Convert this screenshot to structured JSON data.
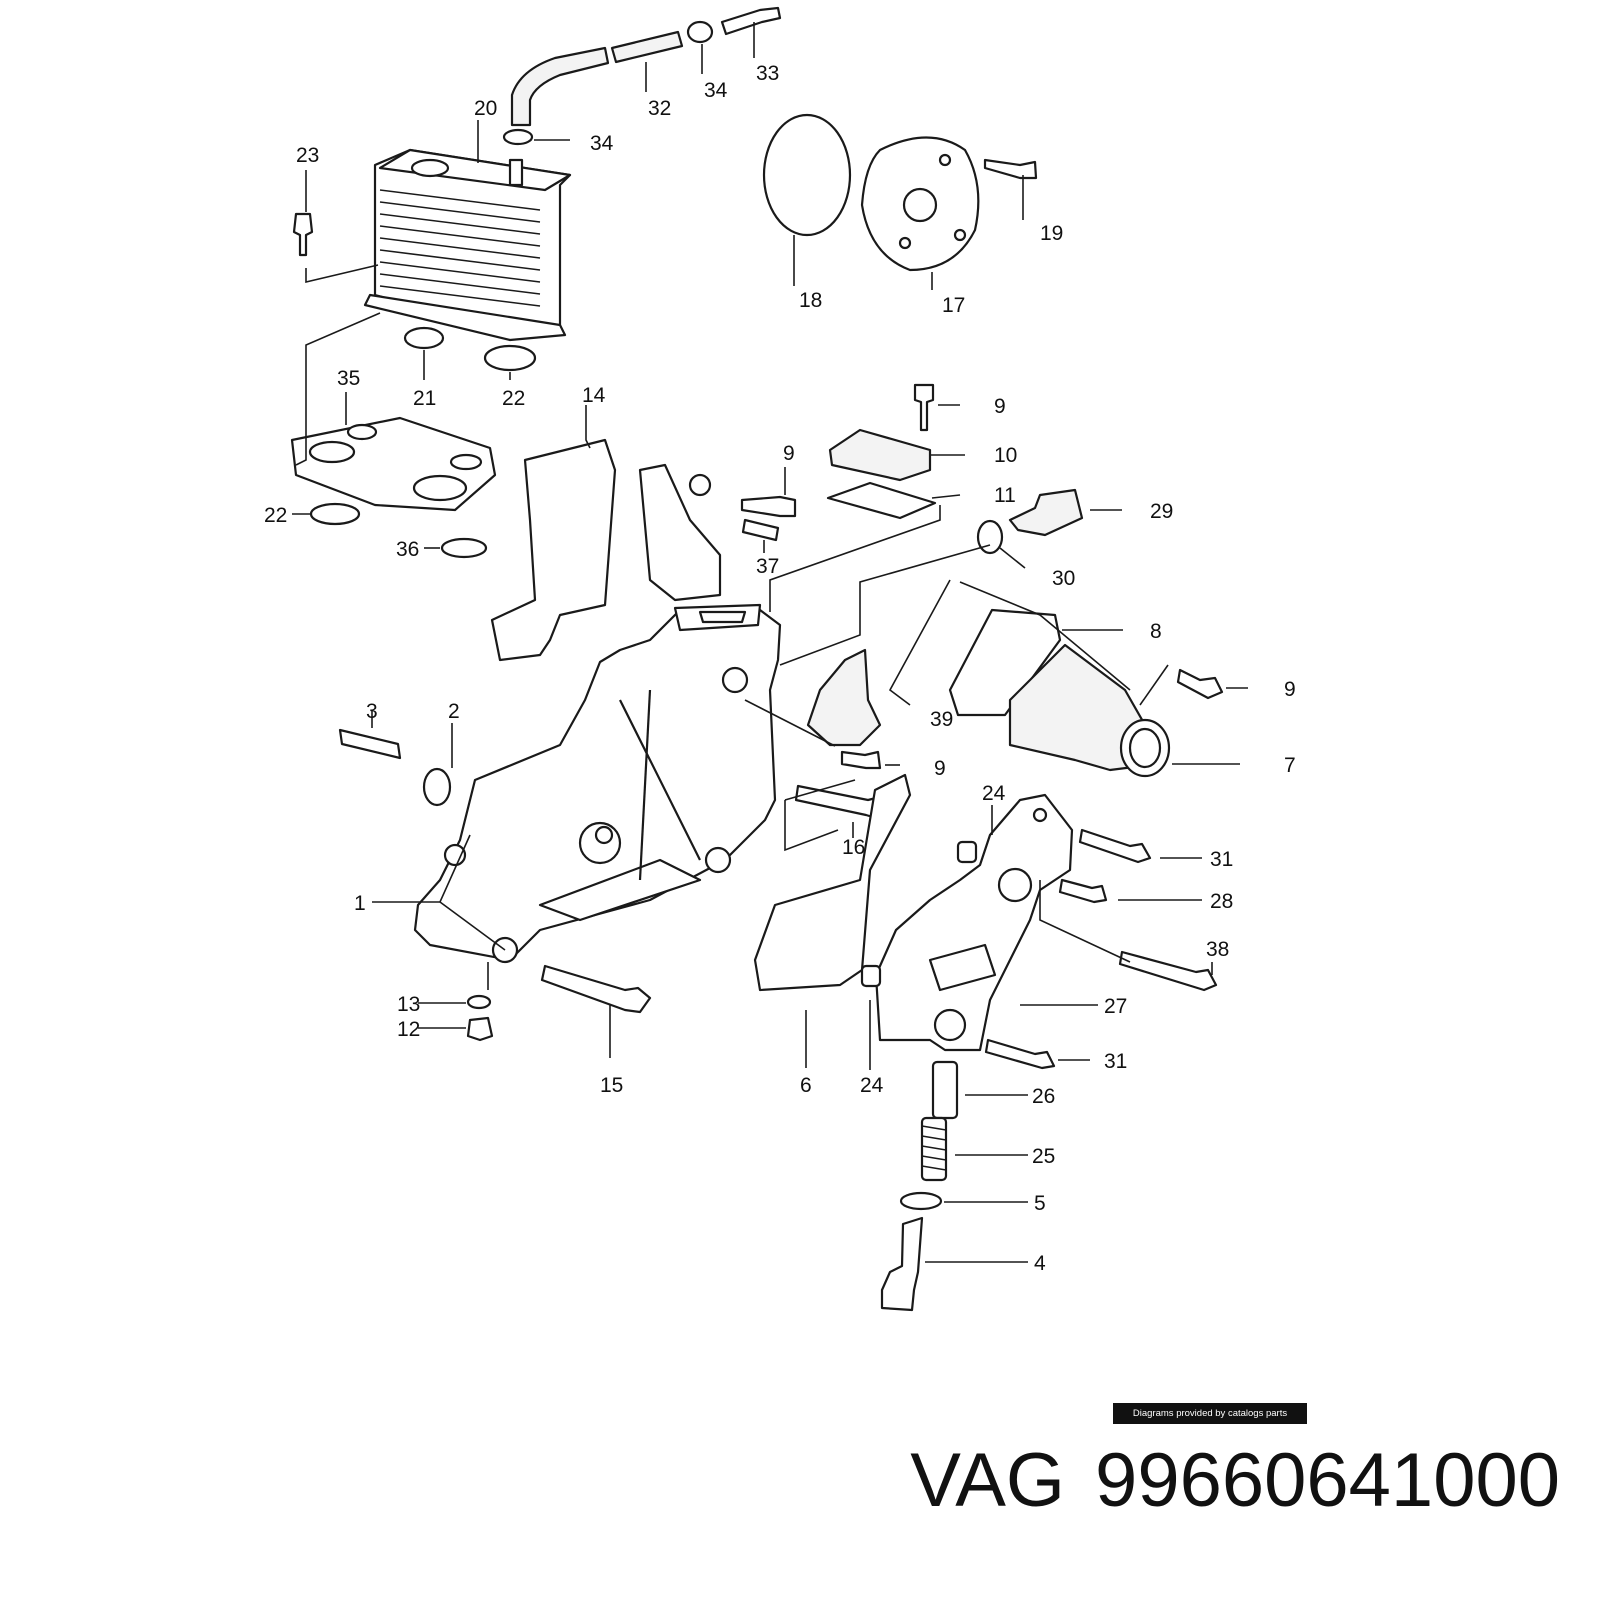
{
  "callouts": {
    "c1": "1",
    "c2": "2",
    "c3": "3",
    "c4": "4",
    "c5": "5",
    "c6": "6",
    "c7": "7",
    "c8": "8",
    "c9a": "9",
    "c9b": "9",
    "c9c": "9",
    "c9d": "9",
    "c10": "10",
    "c11": "11",
    "c12": "12",
    "c13": "13",
    "c14": "14",
    "c15": "15",
    "c16": "16",
    "c17": "17",
    "c18": "18",
    "c19": "19",
    "c20": "20",
    "c21": "21",
    "c22a": "22",
    "c22b": "22",
    "c23": "23",
    "c24a": "24",
    "c24b": "24",
    "c25": "25",
    "c26": "26",
    "c27": "27",
    "c28": "28",
    "c29": "29",
    "c30": "30",
    "c31a": "31",
    "c31b": "31",
    "c32": "32",
    "c33": "33",
    "c34a": "34",
    "c34b": "34",
    "c35": "35",
    "c36": "36",
    "c37": "37",
    "c38": "38",
    "c39": "39"
  },
  "credit": "Diagrams provided by catalogs parts",
  "brand": "VAG",
  "part_number": "99660641000"
}
